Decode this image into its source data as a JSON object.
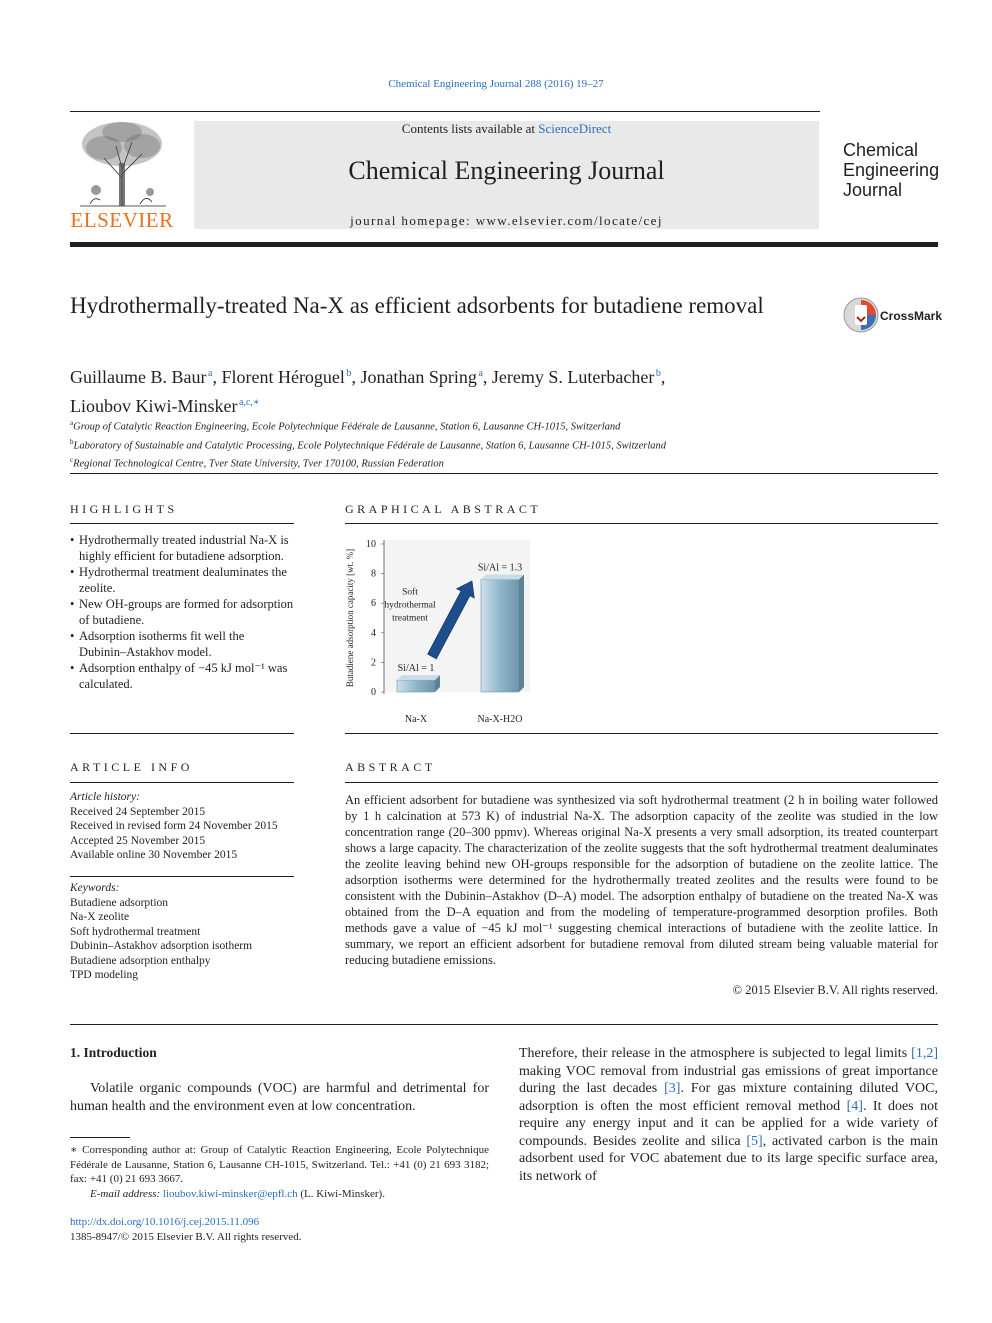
{
  "header": {
    "citation": "Chemical Engineering Journal 288 (2016) 19–27",
    "contents_prefix": "Contents lists available at ",
    "contents_link": "ScienceDirect",
    "journal_name": "Chemical Engineering Journal",
    "homepage_prefix": "journal homepage: ",
    "homepage_url": "www.elsevier.com/locate/cej",
    "publisher_logo_text": "ELSEVIER",
    "journal_logo_lines": [
      "Chemical",
      "Engineering",
      "Journal"
    ],
    "crossmark_label": "CrossMark"
  },
  "article": {
    "title": "Hydrothermally-treated Na-X as efficient adsorbents for butadiene removal",
    "authors": [
      {
        "name": "Guillaume B. Baur",
        "sup": "a"
      },
      {
        "name": "Florent Héroguel",
        "sup": "b"
      },
      {
        "name": "Jonathan Spring",
        "sup": "a"
      },
      {
        "name": "Jeremy S. Luterbacher",
        "sup": "b"
      },
      {
        "name": "Lioubov Kiwi-Minsker",
        "sup": "a,c,∗"
      }
    ],
    "affiliations": [
      {
        "sup": "a",
        "text": "Group of Catalytic Reaction Engineering, Ecole Polytechnique Fédérale de Lausanne, Station 6, Lausanne CH-1015, Switzerland"
      },
      {
        "sup": "b",
        "text": "Laboratory of Sustainable and Catalytic Processing, Ecole Polytechnique Fédérale de Lausanne, Station 6, Lausanne CH-1015, Switzerland"
      },
      {
        "sup": "c",
        "text": "Regional Technological Centre, Tver State University, Tver 170100, Russian Federation"
      }
    ]
  },
  "highlights": {
    "heading": "HIGHLIGHTS",
    "items": [
      "Hydrothermally treated industrial Na-X is highly efficient for butadiene adsorption.",
      "Hydrothermal treatment dealuminates the zeolite.",
      "New OH-groups are formed for adsorption of butadiene.",
      "Adsorption isotherms fit well the Dubinin–Astakhov model.",
      "Adsorption enthalpy of −45 kJ mol⁻¹ was calculated."
    ]
  },
  "graphical_abstract": {
    "heading": "GRAPHICAL ABSTRACT",
    "arrow_label": [
      "Soft",
      "hydrothermal",
      "treatment"
    ]
  },
  "chart_data": {
    "type": "bar",
    "categories": [
      "Na-X",
      "Na-X-H2O"
    ],
    "values": [
      0.8,
      7.6
    ],
    "bar_labels": [
      "Si/Al = 1",
      "Si/Al = 1.3"
    ],
    "ylabel": "Butadiene adsorption capacity [wt. %]",
    "yticks": [
      0,
      2,
      4,
      6,
      8,
      10
    ],
    "ylim": [
      0,
      10
    ],
    "bar_color": "#8fb6cc",
    "arrow_color": "#1f4e8c"
  },
  "article_info": {
    "heading": "ARTICLE INFO",
    "history_label": "Article history:",
    "history": [
      "Received 24 September 2015",
      "Received in revised form 24 November 2015",
      "Accepted 25 November 2015",
      "Available online 30 November 2015"
    ],
    "keywords_label": "Keywords:",
    "keywords": [
      "Butadiene adsorption",
      "Na-X zeolite",
      "Soft hydrothermal treatment",
      "Dubinin–Astakhov adsorption isotherm",
      "Butadiene adsorption enthalpy",
      "TPD modeling"
    ]
  },
  "abstract": {
    "heading": "ABSTRACT",
    "text": "An efficient adsorbent for butadiene was synthesized via soft hydrothermal treatment (2 h in boiling water followed by 1 h calcination at 573 K) of industrial Na-X. The adsorption capacity of the zeolite was studied in the low concentration range (20–300 ppmv). Whereas original Na-X presents a very small adsorption, its treated counterpart shows a large capacity. The characterization of the zeolite suggests that the soft hydrothermal treatment dealuminates the zeolite leaving behind new OH-groups responsible for the adsorption of butadiene on the zeolite lattice. The adsorption isotherms were determined for the hydrothermally treated zeolites and the results were found to be consistent with the Dubinin–Astakhov (D–A) model. The adsorption enthalpy of butadiene on the treated Na-X was obtained from the D–A equation and from the modeling of temperature-programmed desorption profiles. Both methods gave a value of −45 kJ mol⁻¹ suggesting chemical interactions of butadiene with the zeolite lattice. In summary, we report an efficient adsorbent for butadiene removal from diluted stream being valuable material for reducing butadiene emissions.",
    "copyright": "© 2015 Elsevier B.V. All rights reserved."
  },
  "introduction": {
    "heading": "1. Introduction",
    "left_text": "Volatile organic compounds (VOC) are harmful and detrimental for human health and the environment even at low concentration.",
    "right_parts": [
      "Therefore, their release in the atmosphere is subjected to legal limits ",
      "[1,2]",
      " making VOC removal from industrial gas emissions of great importance during the last decades ",
      "[3]",
      ". For gas mixture containing diluted VOC, adsorption is often the most efficient removal method ",
      "[4]",
      ". It does not require any energy input and it can be applied for a wide variety of compounds. Besides zeolite and silica ",
      "[5]",
      ", activated carbon is the main adsorbent used for VOC abatement due to its large specific surface area, its network of"
    ]
  },
  "footnote": {
    "text": "∗ Corresponding author at: Group of Catalytic Reaction Engineering, Ecole Polytechnique Fédérale de Lausanne, Station 6, Lausanne CH-1015, Switzerland. Tel.: +41 (0) 21 693 3182; fax: +41 (0) 21 693 3667.",
    "email_label": "E-mail address: ",
    "email": "lioubov.kiwi-minsker@epfl.ch",
    "email_suffix": " (L. Kiwi-Minsker)."
  },
  "footer": {
    "doi": "http://dx.doi.org/10.1016/j.cej.2015.11.096",
    "issn": "1385-8947/© 2015 Elsevier B.V. All rights reserved."
  }
}
